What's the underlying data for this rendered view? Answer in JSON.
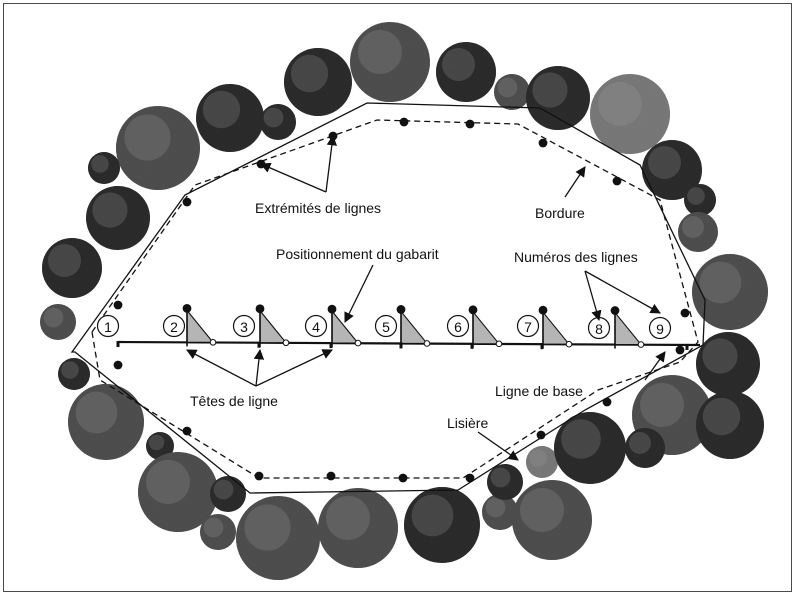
{
  "labels": {
    "extremites": "Extrémités de lignes",
    "bordure": "Bordure",
    "positionnement": "Positionnement du gabarit",
    "numeros": "Numéros des lignes",
    "tetes": "Têtes de ligne",
    "ligne_base": "Ligne de base",
    "lisiere": "Lisière"
  },
  "line_numbers": [
    "1",
    "2",
    "3",
    "4",
    "5",
    "6",
    "7",
    "8",
    "9"
  ],
  "colors": {
    "tree_dark": "#2b2b2b",
    "tree_mid": "#4d4d4d",
    "tree_light": "#777777",
    "template_fill": "#b5b5b5",
    "line": "#111111"
  }
}
